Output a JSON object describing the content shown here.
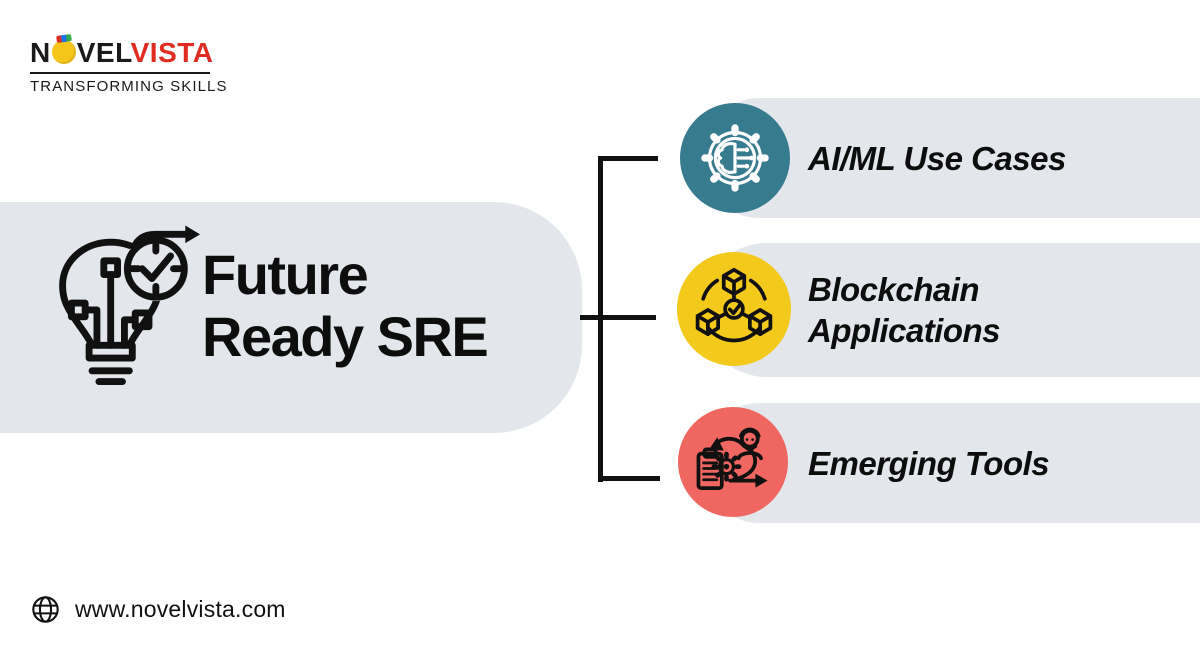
{
  "logo": {
    "name_prefix": "N",
    "name_mid": "VEL",
    "name_suffix": "VISTA",
    "tagline": "TRANSFORMING SKILLS"
  },
  "hero": {
    "title_line1": "Future",
    "title_line2": "Ready SRE",
    "icon": "lightbulb-circuit-clock-icon"
  },
  "branches": [
    {
      "id": "ai-ml-use-cases",
      "label_lines": [
        "AI/ML Use Cases"
      ],
      "icon": "gear-brain-icon",
      "accent": "#377b8f"
    },
    {
      "id": "blockchain-applications",
      "label_lines": [
        "Blockchain",
        "Applications"
      ],
      "icon": "blockchain-network-icon",
      "accent": "#f3ca1b"
    },
    {
      "id": "emerging-tools",
      "label_lines": [
        "Emerging Tools"
      ],
      "icon": "agile-sprint-icon",
      "accent": "#f06661"
    }
  ],
  "footer": {
    "website": "www.novelvista.com",
    "icon": "globe-icon"
  },
  "colors": {
    "background": "#ffffff",
    "card_gray": "#e3e6ea",
    "text_dark": "#0d0d0d",
    "connector": "#111111",
    "logo_red": "#e02b20",
    "logo_bulb_yellow": "#f5c51a",
    "teal": "#377b8f",
    "yellow": "#f3ca1b",
    "salmon": "#f06661"
  }
}
